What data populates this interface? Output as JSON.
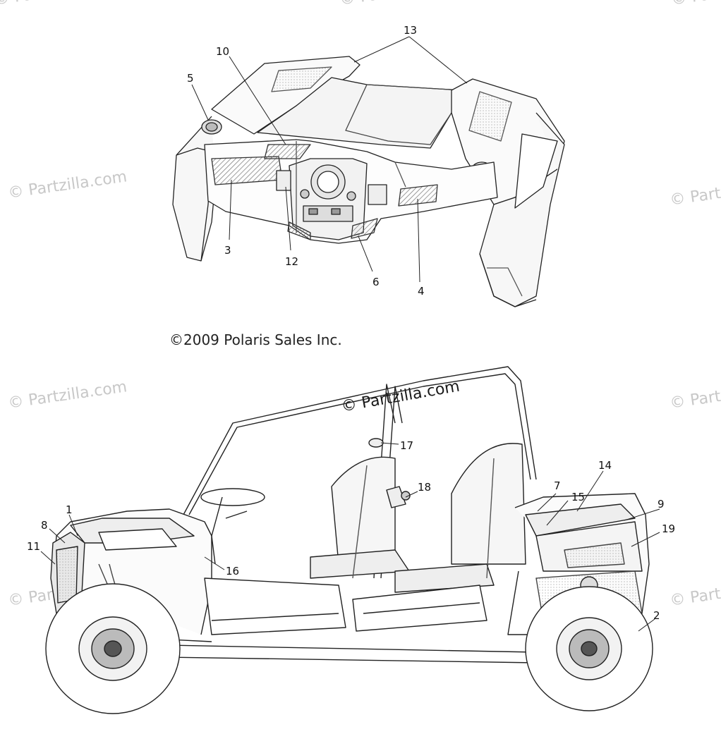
{
  "copyright": "©2009 Polaris Sales Inc.",
  "watermarks": {
    "brand": "© Partzilla.com",
    "center": "© Partzilla.com"
  },
  "callouts": {
    "c1": "1",
    "c2": "2",
    "c3": "3",
    "c4": "4",
    "c5": "5",
    "c6": "6",
    "c7": "7",
    "c8": "8",
    "c9": "9",
    "c10": "10",
    "c11": "11",
    "c12": "12",
    "c13": "13",
    "c14": "14",
    "c15": "15",
    "c16": "16",
    "c17": "17",
    "c18": "18",
    "c19": "19"
  },
  "colors": {
    "line": "#222222",
    "hatch": "#777777",
    "watermark": "#c8c8c8"
  }
}
